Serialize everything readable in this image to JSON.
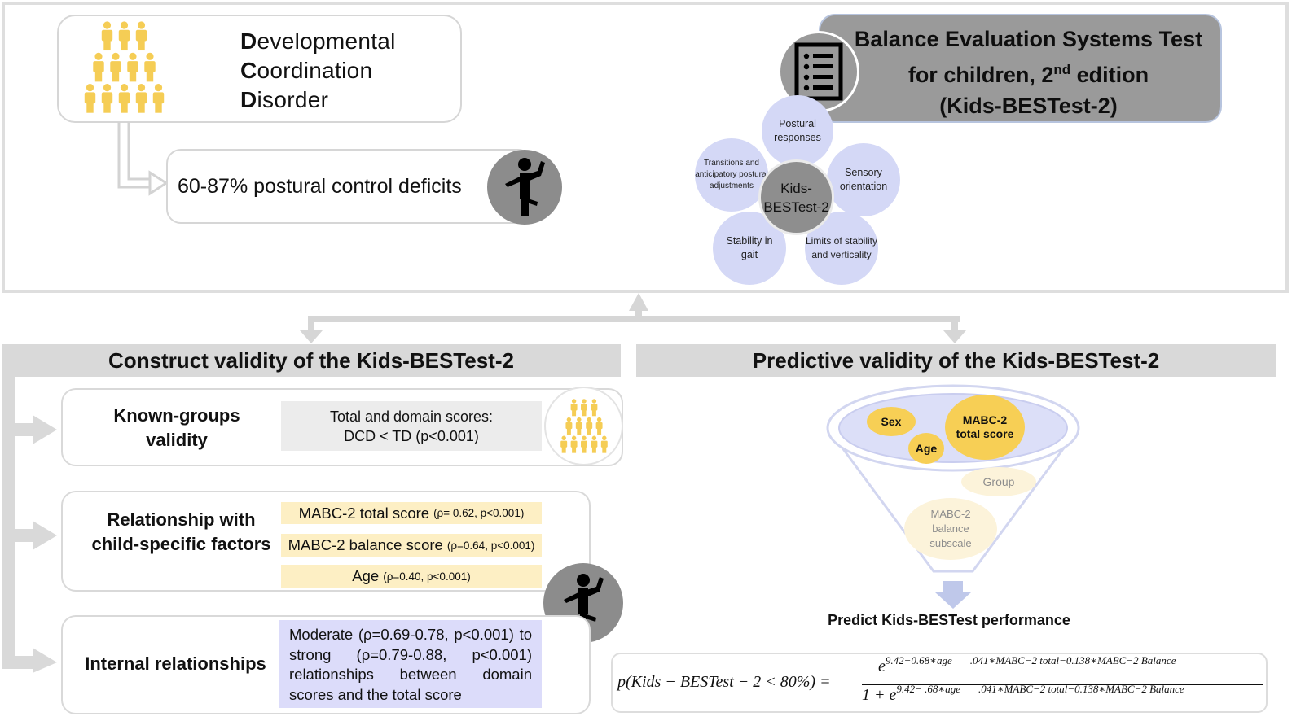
{
  "dcd": {
    "line1_initial": "D",
    "line1_rest": "evelopmental",
    "line2_initial": "C",
    "line2_rest": "oordination",
    "line3_initial": "D",
    "line3_rest": "isorder"
  },
  "deficits_text": "60-87% postural control deficits",
  "title": {
    "line1": "Balance Evaluation Systems Test",
    "line2_pre": "for children, 2",
    "line2_sup": "nd",
    "line2_post": " edition",
    "line3": "(Kids-BESTest-2)"
  },
  "domains": {
    "center": [
      "Kids-",
      "BESTest-2"
    ],
    "postural": [
      "Postural",
      "responses"
    ],
    "sensory": [
      "Sensory",
      "orientation"
    ],
    "limits": [
      "Limits of stability",
      "and verticality"
    ],
    "gait": [
      "Stability in",
      "gait"
    ],
    "transitions": [
      "Transitions and",
      "anticipatory postural",
      "adjustments"
    ]
  },
  "construct": {
    "header": "Construct validity of the Kids-BESTest-2",
    "known_groups": {
      "label": [
        "Known-groups",
        "validity"
      ],
      "result": [
        "Total and domain scores:",
        "DCD < TD (p<0.001)"
      ]
    },
    "child_factors": {
      "label": [
        "Relationship with",
        "child-specific factors"
      ],
      "rows": [
        {
          "main": "MABC-2 total score",
          "stat": "(ρ= 0.62, p<0.001)"
        },
        {
          "main": "MABC-2 balance score",
          "stat": "(ρ=0.64, p<0.001)"
        },
        {
          "main": "Age",
          "stat": "(ρ=0.40, p<0.001)"
        }
      ]
    },
    "internal": {
      "label": "Internal relationships",
      "text": "Moderate (ρ=0.69-0.78, p<0.001) to strong (ρ=0.79-0.88, p<0.001) relationships between domain scores and the total score"
    }
  },
  "predictive": {
    "header": "Predictive validity of the Kids-BESTest-2",
    "funnel": {
      "sex": "Sex",
      "age": "Age",
      "mabc_total": [
        "MABC-2",
        "total score"
      ],
      "group": "Group",
      "mabc_balance": [
        "MABC-2",
        "balance",
        "subscale"
      ]
    },
    "predict_label": "Predict Kids-BESTest performance",
    "formula": {
      "lhs": "p(Kids − BESTest − 2 < 80%) =",
      "num_e": "e",
      "num_exp_a": "9.42−0.68∗age",
      "num_exp_b": ".041∗MABC−2 total−0.138∗MABC−2 Balance",
      "den_pre": "1 + e",
      "den_exp_a": "9.42−  .68∗age",
      "den_exp_b": ".041∗MABC−2 total−0.138∗MABC−2 Balance"
    }
  },
  "colors": {
    "figure_yellow": "#f5cd55",
    "icon_grey": "#8c8c8c",
    "lavender": "#d4d8f6",
    "cream": "#fdefc4",
    "header_grey": "#d9d9d9"
  }
}
